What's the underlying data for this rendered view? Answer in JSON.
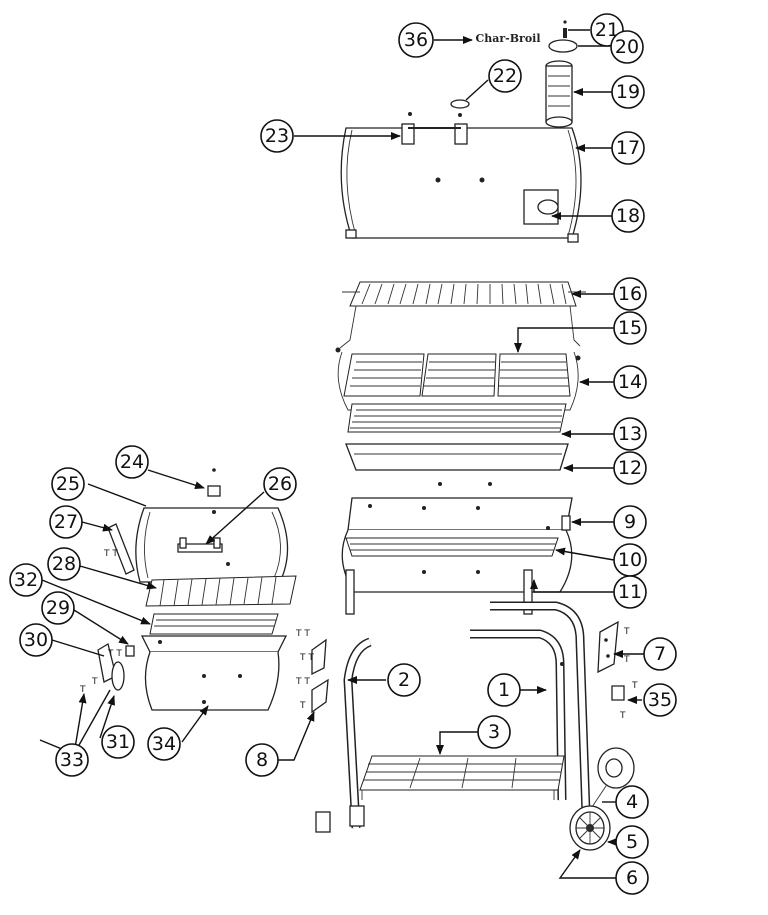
{
  "diagram": {
    "logo_text": "Char-Broil",
    "callouts": [
      {
        "id": "36",
        "label": "36"
      },
      {
        "id": "21",
        "label": "21"
      },
      {
        "id": "20",
        "label": "20"
      },
      {
        "id": "22",
        "label": "22"
      },
      {
        "id": "19",
        "label": "19"
      },
      {
        "id": "23",
        "label": "23"
      },
      {
        "id": "17",
        "label": "17"
      },
      {
        "id": "18",
        "label": "18"
      },
      {
        "id": "16",
        "label": "16"
      },
      {
        "id": "15",
        "label": "15"
      },
      {
        "id": "14",
        "label": "14"
      },
      {
        "id": "13",
        "label": "13"
      },
      {
        "id": "12",
        "label": "12"
      },
      {
        "id": "24",
        "label": "24"
      },
      {
        "id": "26",
        "label": "26"
      },
      {
        "id": "25",
        "label": "25"
      },
      {
        "id": "27",
        "label": "27"
      },
      {
        "id": "9",
        "label": "9"
      },
      {
        "id": "10",
        "label": "10"
      },
      {
        "id": "11",
        "label": "11"
      },
      {
        "id": "28",
        "label": "28"
      },
      {
        "id": "32",
        "label": "32"
      },
      {
        "id": "29",
        "label": "29"
      },
      {
        "id": "30",
        "label": "30"
      },
      {
        "id": "7",
        "label": "7"
      },
      {
        "id": "2",
        "label": "2"
      },
      {
        "id": "1",
        "label": "1"
      },
      {
        "id": "35",
        "label": "35"
      },
      {
        "id": "3",
        "label": "3"
      },
      {
        "id": "33",
        "label": "33"
      },
      {
        "id": "31",
        "label": "31"
      },
      {
        "id": "34",
        "label": "34"
      },
      {
        "id": "8",
        "label": "8"
      },
      {
        "id": "4",
        "label": "4"
      },
      {
        "id": "5",
        "label": "5"
      },
      {
        "id": "6",
        "label": "6"
      }
    ]
  }
}
